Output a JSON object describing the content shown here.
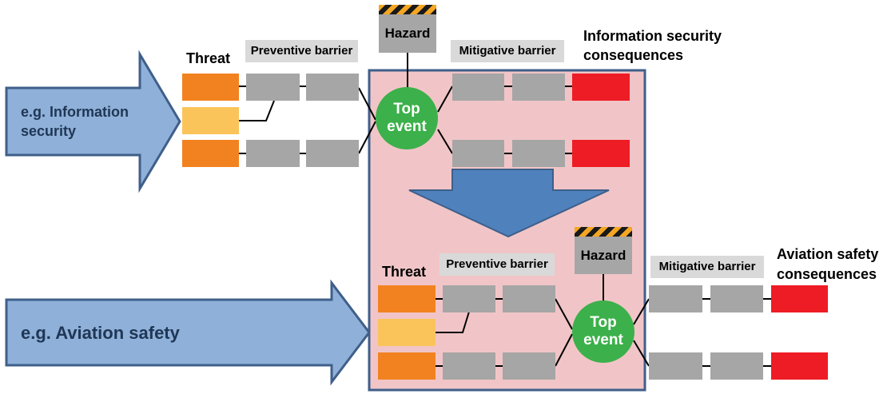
{
  "top": {
    "sector": "e.g.  Information security",
    "threat": "Threat",
    "preventive": "Preventive barrier",
    "hazard": "Hazard",
    "mitigative": "Mitigative barrier",
    "top_event": "Top event",
    "consequences": "Information security consequences"
  },
  "bottom": {
    "sector": "e.g. Aviation safety",
    "threat": "Threat",
    "preventive": "Preventive barrier",
    "hazard": "Hazard",
    "mitigative": "Mitigative barrier",
    "top_event": "Top event",
    "consequences": "Aviation safety consequences"
  },
  "colors": {
    "threat_major": "#f28220",
    "threat_minor": "#fbc45a",
    "barrier": "#a6a6a6",
    "consequence": "#ee1c25",
    "top_event": "#3cb04a",
    "arrow": "#8fb0d8",
    "center_arrow": "#4f81bd",
    "panel": "#f1c5c7"
  }
}
